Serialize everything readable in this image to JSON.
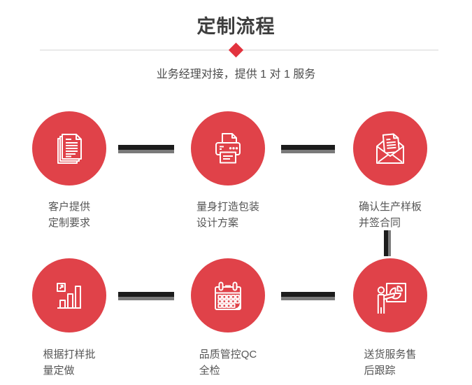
{
  "header": {
    "title": "定制流程",
    "subtitle": "业务经理对接，提供 1 对 1 服务"
  },
  "colors": {
    "accent_red": "#e04249",
    "diamond_red": "#e2333e",
    "connector_dark": "#1c1c1c",
    "connector_gray": "#7a7a7a",
    "divider_gray": "#d7d7d7",
    "title_text": "#3e3e3e",
    "subtitle_text": "#4c4c4c",
    "label_text": "#555555",
    "icon_stroke": "#ffffff"
  },
  "steps": [
    {
      "icon": "documents-icon",
      "label": "客户提供\n定制要求"
    },
    {
      "icon": "printer-icon",
      "label": "量身打造包装\n设计方案"
    },
    {
      "icon": "envelope-icon",
      "label": "确认生产样板\n并签合同"
    },
    {
      "icon": "bar-chart-icon",
      "label": "根据打样批\n量定做"
    },
    {
      "icon": "calendar-icon",
      "label": "品质管控QC\n全检"
    },
    {
      "icon": "presenter-icon",
      "label": "送货服务售\n后跟踪"
    }
  ]
}
